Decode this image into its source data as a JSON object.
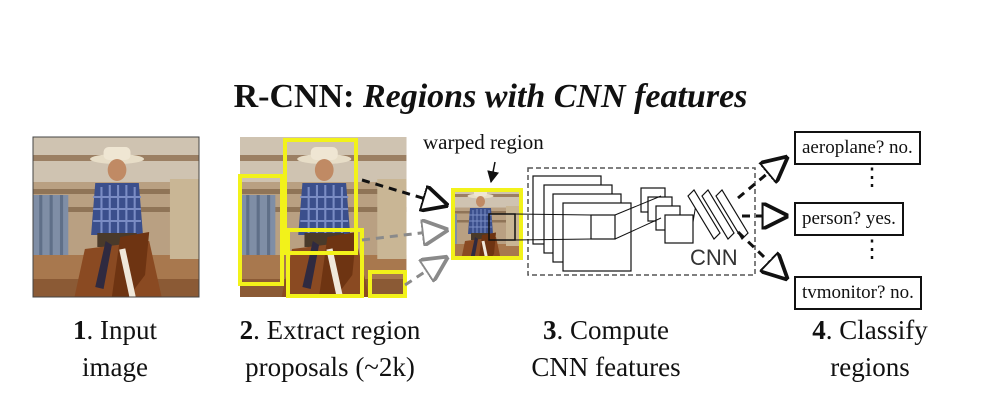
{
  "title_prefix": "R-CNN: ",
  "title_italic": "Regions with CNN features",
  "warped_label": "warped region",
  "cnn_label": "CNN",
  "steps": [
    {
      "num": "1",
      "line1": ". Input",
      "line2": "image"
    },
    {
      "num": "2",
      "line1": ". Extract region",
      "line2": "proposals (~2k)"
    },
    {
      "num": "3",
      "line1": ". Compute",
      "line2": "CNN features"
    },
    {
      "num": "4",
      "line1": ". Classify",
      "line2": "regions"
    }
  ],
  "classes": [
    "aeroplane? no.",
    "person? yes.",
    "tvmonitor? no."
  ],
  "ellipsis": "⋮",
  "colors": {
    "proposal": "#f2f21a",
    "arrow_gray": "#8a8a8a",
    "dashed_box": "#555555"
  }
}
